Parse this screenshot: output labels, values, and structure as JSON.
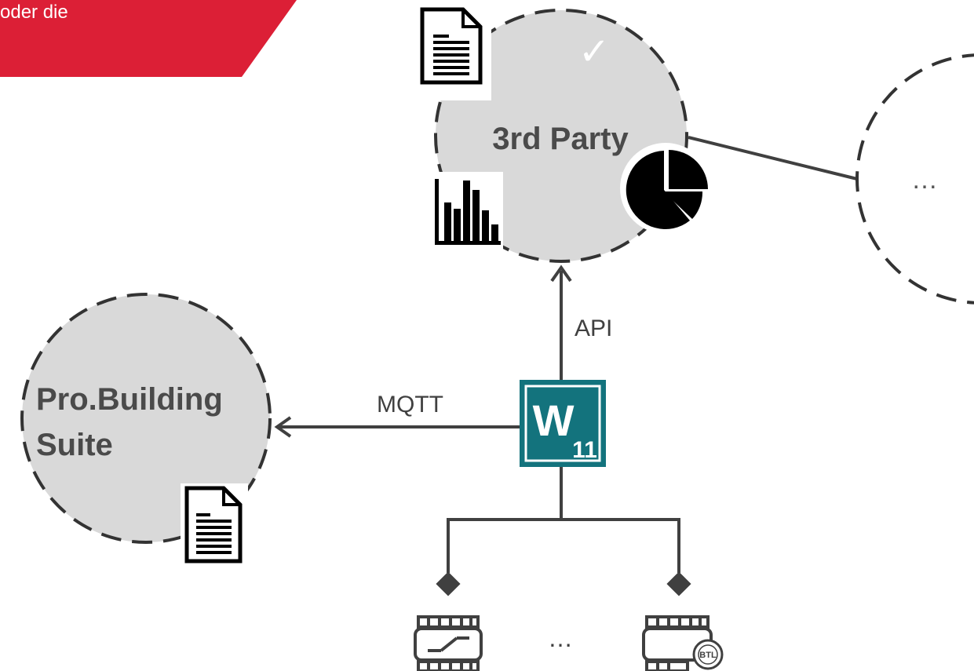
{
  "banner": {
    "text": "oder die",
    "color": "#dc1f36"
  },
  "nodes": {
    "third_party": {
      "label": "3rd Party",
      "check": "✓"
    },
    "pro_building": {
      "label_line1": "Pro.Building",
      "label_line2": "Suite"
    },
    "right_circle": {
      "label": "…"
    }
  },
  "edges": {
    "api_label": "API",
    "mqtt_label": "MQTT"
  },
  "hub": {
    "letter": "W",
    "number": "11",
    "color": "#13737d"
  },
  "devices": {
    "ellipsis": "…",
    "badge": "BTL"
  },
  "colors": {
    "circle_fill": "#d9d9d9",
    "line": "#404040",
    "icon": "#000000"
  }
}
